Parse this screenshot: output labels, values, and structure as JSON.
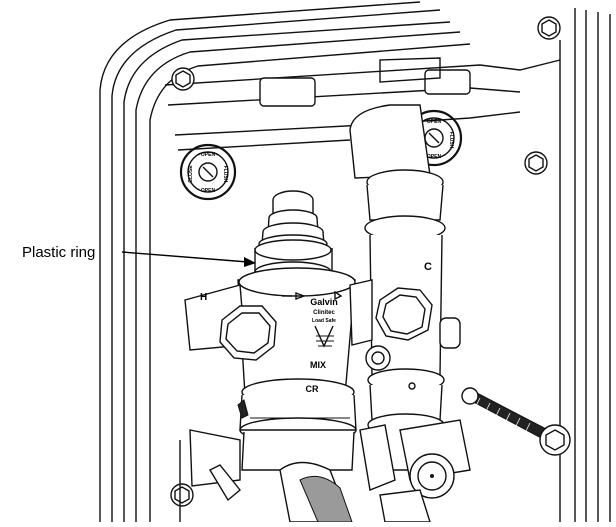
{
  "callout": {
    "label": "Plastic ring"
  },
  "valve_markings": {
    "brand": "Galvin",
    "line1": "Clinitec",
    "line2": "Load Safe",
    "mix": "MIX",
    "cr": "CR",
    "hot": "H",
    "cold": "C",
    "open": "OPEN",
    "close": "CLOSE",
    "flush": "FLUSH"
  },
  "colors": {
    "line": "#111111",
    "background": "#ffffff"
  }
}
